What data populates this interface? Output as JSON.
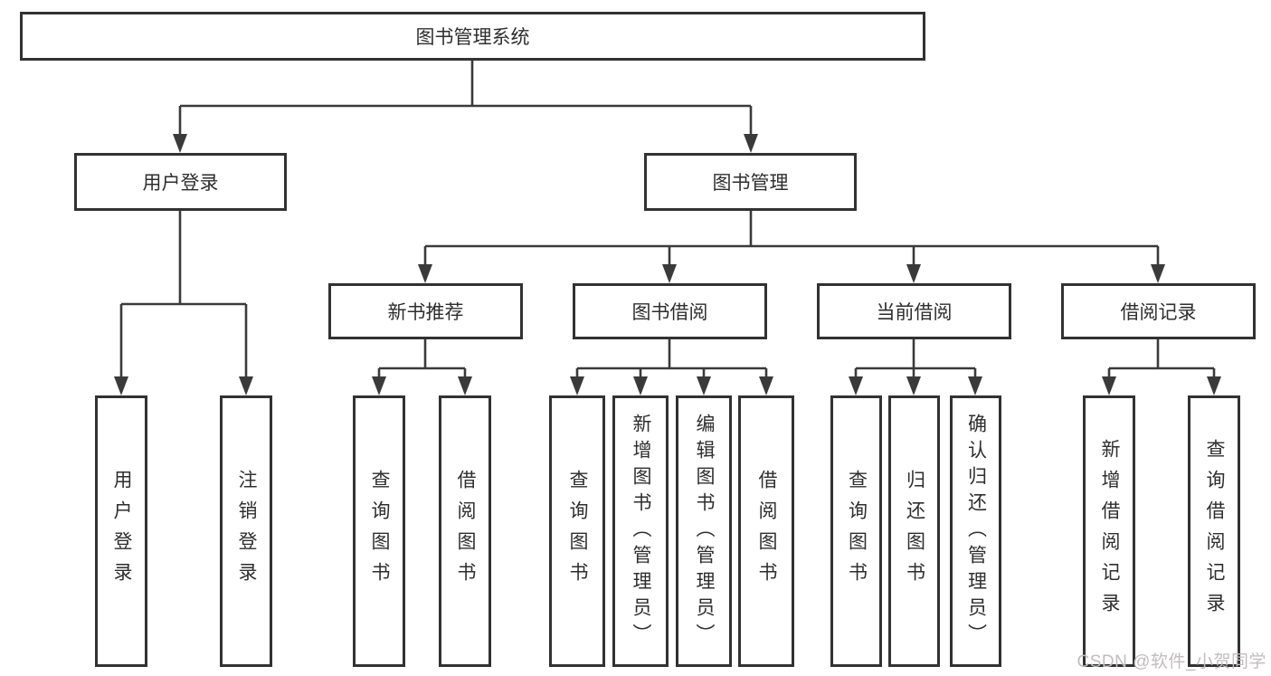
{
  "diagram": {
    "title": "图书管理系统",
    "level2": [
      {
        "label": "用户登录"
      },
      {
        "label": "图书管理"
      }
    ],
    "level3": [
      {
        "label": "新书推荐"
      },
      {
        "label": "图书借阅"
      },
      {
        "label": "当前借阅"
      },
      {
        "label": "借阅记录"
      }
    ],
    "leaves": {
      "user": [
        "用户登录",
        "注销登录"
      ],
      "recommend": [
        "查询图书",
        "借阅图书"
      ],
      "borrow": [
        "查询图书",
        "新增图书（管理员）",
        "编辑图书（管理员）",
        "借阅图书"
      ],
      "current": [
        "查询图书",
        "归还图书",
        "确认归还（管理员）"
      ],
      "records": [
        "新增借阅记录",
        "查询借阅记录"
      ]
    },
    "colors": {
      "line": "#3a3a3a",
      "box_border": "#323232",
      "background": "#ffffff",
      "watermark_text": "#c2bcbe"
    }
  },
  "watermark": {
    "text": "CSDN @软件_小贺同学"
  }
}
